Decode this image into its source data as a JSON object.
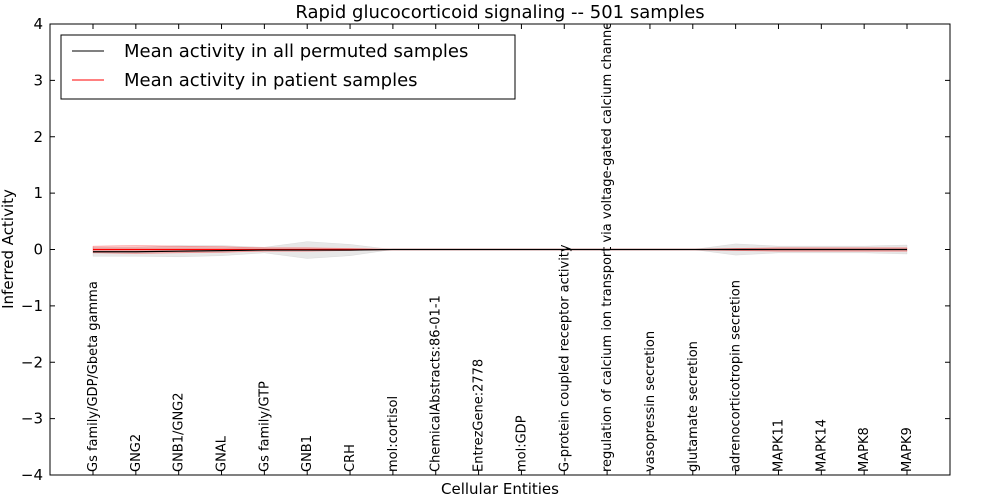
{
  "chart_data": {
    "type": "line",
    "title": "Rapid glucocorticoid signaling -- 501 samples",
    "xlabel": "Cellular Entities",
    "ylabel": "Inferred Activity",
    "ylim": [
      -4,
      4
    ],
    "yticks": [
      "4",
      "3",
      "2",
      "1",
      "0",
      "−1",
      "−2",
      "−3",
      "−4"
    ],
    "ytick_values": [
      4,
      3,
      2,
      1,
      0,
      -1,
      -2,
      -3,
      -4
    ],
    "categories": [
      "Gs family/GDP/Gbeta gamma",
      "GNG2",
      "GNB1/GNG2",
      "GNAL",
      "Gs family/GTP",
      "GNB1",
      "CRH",
      "mol:cortisol",
      "ChemicalAbstracts:86-01-1",
      "EntrezGene:2778",
      "mol:GDP",
      "G-protein coupled receptor activity",
      "regulation of calcium ion transport via voltage-gated calcium channel activity",
      "vasopressin secretion",
      "glutamate secretion",
      "adrenocorticotropin secretion",
      "MAPK11",
      "MAPK14",
      "MAPK8",
      "MAPK9"
    ],
    "series": [
      {
        "name": "Mean activity in all permuted samples",
        "color": "#000000",
        "band_color": "#bbbbbb",
        "values": [
          -0.04,
          -0.04,
          -0.03,
          -0.02,
          -0.01,
          -0.01,
          -0.01,
          0,
          0,
          0,
          0,
          0,
          0,
          0,
          0,
          0,
          0,
          0,
          0,
          0
        ],
        "band": [
          0.08,
          0.08,
          0.1,
          0.09,
          0.05,
          0.15,
          0.1,
          0,
          0,
          0,
          0,
          0,
          0,
          0,
          0,
          0.1,
          0.06,
          0.06,
          0.06,
          0.08
        ]
      },
      {
        "name": "Mean activity in patient samples",
        "color": "#ff0000",
        "band_color": "#ff0000",
        "values": [
          0,
          0,
          0,
          0,
          0,
          0,
          0,
          0,
          0,
          0,
          0,
          0,
          0,
          0,
          0,
          0,
          0,
          0,
          0,
          0
        ],
        "band": [
          0.06,
          0.07,
          0.06,
          0.05,
          0.03,
          0.03,
          0.02,
          0,
          0,
          0,
          0,
          0,
          0,
          0,
          0,
          0.02,
          0.03,
          0.03,
          0.03,
          0.03
        ]
      }
    ],
    "legend_position": "top-left",
    "grid": false
  }
}
